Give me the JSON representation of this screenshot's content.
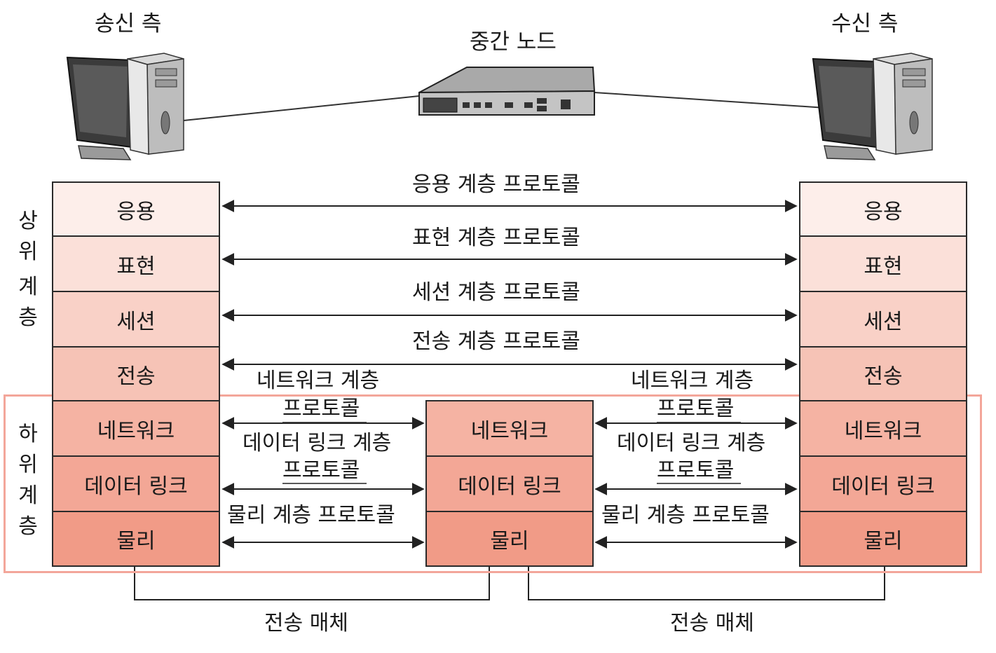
{
  "nodes": {
    "sender": "송신 측",
    "middle": "중간 노드",
    "receiver": "수신 측"
  },
  "groups": {
    "upper": [
      "상",
      "위",
      "계",
      "층"
    ],
    "lower": [
      "하",
      "위",
      "계",
      "층"
    ]
  },
  "layers": [
    "응용",
    "표현",
    "세션",
    "전송",
    "네트워크",
    "데이터 링크",
    "물리"
  ],
  "layer_colors": [
    "#fdeeea",
    "#fbe0d9",
    "#f9d1c7",
    "#f6c3b6",
    "#f5b3a3",
    "#f3a796",
    "#f19b87"
  ],
  "lower_frame_color": "#f3a69a",
  "protocols": {
    "application": "응용 계층 프로토콜",
    "presentation": "표현 계층 프로토콜",
    "session": "세션 계층 프로토콜",
    "transport": "전송 계층 프로토콜",
    "network_line1": "네트워크 계층",
    "network_line2": "프로토콜",
    "datalink_line1": "데이터 링크 계층",
    "datalink_line2": "프로토콜",
    "physical": "물리 계층 프로토콜"
  },
  "media": {
    "left": "전송 매체",
    "right": "전송 매체"
  }
}
